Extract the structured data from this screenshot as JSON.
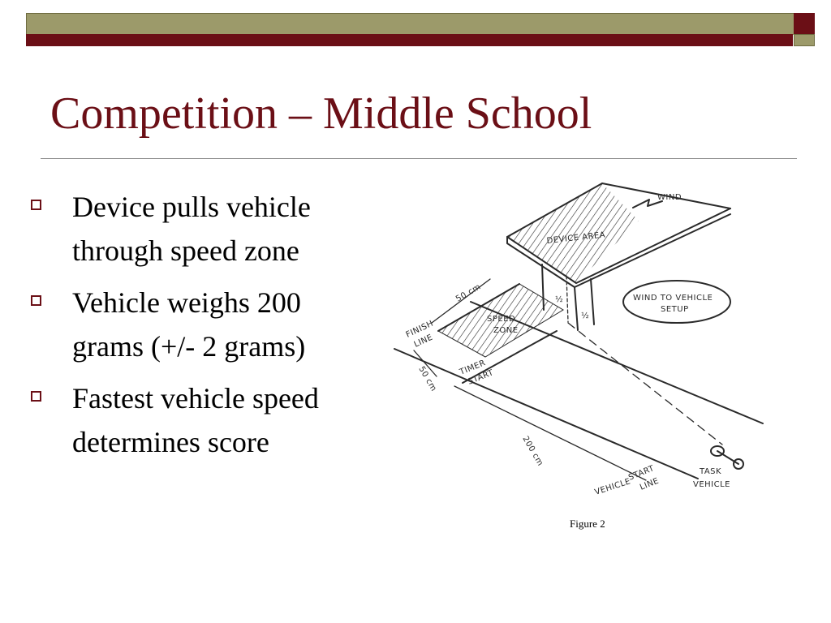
{
  "slide": {
    "title": "Competition – Middle School",
    "bullets": [
      {
        "line1": "Device pulls vehicle",
        "line2": "through speed zone"
      },
      {
        "line1": "Vehicle weighs 200",
        "line2": "grams (+/- 2 grams)"
      },
      {
        "line1": "Fastest vehicle speed",
        "line2": "determines score"
      }
    ],
    "caption": "Figure 2"
  },
  "figure": {
    "wind": "WIND",
    "device_area": "DEVICE AREA",
    "wind_setup_line1": "WIND TO VEHICLE",
    "wind_setup_line2": "SETUP",
    "dim_50_top": "50 cm",
    "half_left": "½",
    "half_right": "½",
    "speed_zone_line1": "SPEED",
    "speed_zone_line2": "ZONE",
    "finish_line1": "FINISH",
    "finish_line2": "LINE",
    "dim_50_side": "50 cm",
    "timer_line1": "TIMER",
    "timer_line2": "START",
    "dim_200": "200 cm",
    "vehicle": "VEHICLE",
    "start_line1": "START",
    "start_line2": "LINE",
    "task_line1": "TASK",
    "task_line2": "VEHICLE"
  },
  "colors": {
    "accent": "#6b0f16",
    "olive": "#9c9a6a"
  }
}
